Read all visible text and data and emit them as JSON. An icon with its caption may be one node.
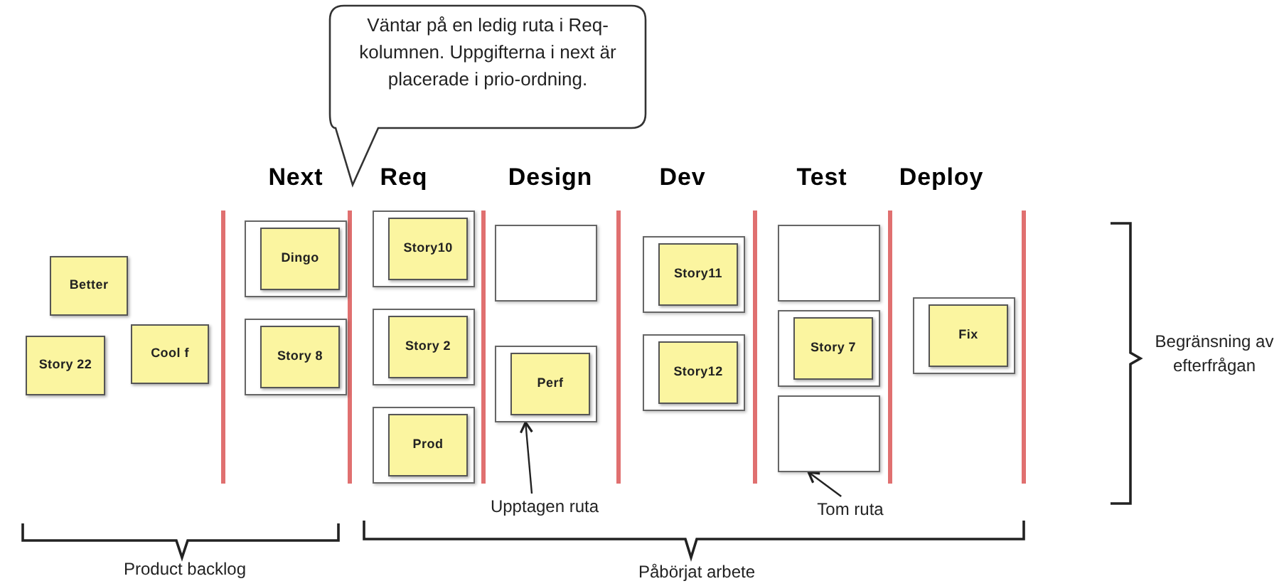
{
  "diagram": {
    "nodes": [
      {
        "text": [
          "Väntar på en ledig ruta i Req-kolumnen. Uppgifterna i next är placerade i prio-ordning."
        ]
      },
      {
        "text": [
          "Better"
        ]
      },
      {
        "text": [
          "Story 22"
        ]
      },
      {
        "text": [
          "Cool f"
        ]
      },
      {
        "text": [],
        "shape": "box"
      },
      {
        "text": [
          "Dingo"
        ],
        "in": 4
      },
      {
        "text": [],
        "shape": "box"
      },
      {
        "text": [
          "Story 8"
        ],
        "in": 6
      },
      {
        "text": [],
        "shape": "box"
      },
      {
        "text": [
          "Story10"
        ],
        "in": 8
      },
      {
        "text": [],
        "shape": "box"
      },
      {
        "text": [
          "Story 2"
        ],
        "in": 10
      },
      {
        "text": [],
        "shape": "box"
      },
      {
        "text": [
          "Prod"
        ],
        "in": 12
      },
      {
        "text": [],
        "shape": "box"
      },
      {
        "text": [],
        "shape": "box"
      },
      {
        "text": [
          "Perf"
        ],
        "in": 15
      },
      {
        "text": [],
        "shape": "box"
      },
      {
        "text": [
          "Story11"
        ],
        "in": 17
      },
      {
        "text": [],
        "shape": "box"
      },
      {
        "text": [
          "Story12"
        ],
        "in": 19
      },
      {
        "text": [],
        "shape": "box"
      },
      {
        "text": [],
        "shape": "box"
      },
      {
        "text": [
          "Story 7"
        ],
        "in": 22
      },
      {
        "text": [],
        "shape": "box"
      },
      {
        "text": [],
        "shape": "box"
      },
      {
        "text": [
          "Fix"
        ],
        "in": 25
      },
      {
        "text": [
          "Upptagen ruta"
        ]
      },
      {
        "text": [
          "Tom ruta"
        ]
      }
    ],
    "edges": [
      {
        "from": 27,
        "to": 15,
        "arrow": "to"
      },
      {
        "from": 28,
        "to": 24,
        "arrow": "to"
      }
    ],
    "labels": [
      "Next",
      "Req",
      "Design",
      "Dev",
      "Test",
      "Deploy",
      "Begränsning av efterfrågan",
      "Product backlog",
      "Påbörjat arbete"
    ]
  }
}
